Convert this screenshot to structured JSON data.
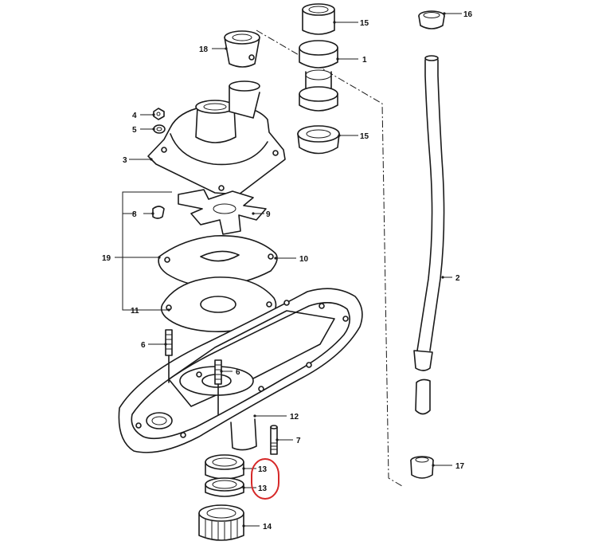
{
  "diagram": {
    "callouts": {
      "p1": "1",
      "p2": "2",
      "p3": "3",
      "p4": "4",
      "p5": "5",
      "p6a": "6",
      "p6b": "6",
      "p7": "7",
      "p8": "8",
      "p9": "9",
      "p10": "10",
      "p11": "11",
      "p12": "12",
      "p13a": "13",
      "p13b": "13",
      "p14": "14",
      "p15a": "15",
      "p15b": "15",
      "p16": "16",
      "p17": "17",
      "p18": "18",
      "p19": "19"
    },
    "highlight_color": "#d62828",
    "line_color": "#1a1a1a"
  }
}
